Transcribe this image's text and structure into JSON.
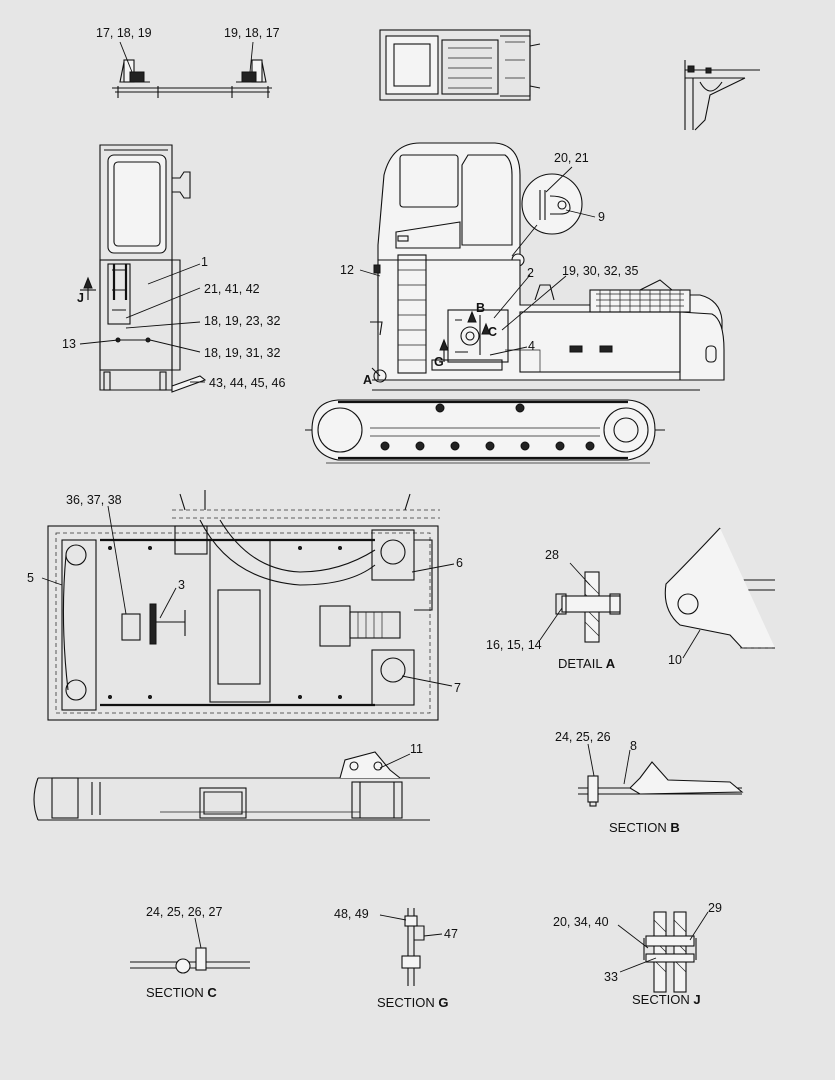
{
  "callouts": {
    "c_17_18_19": "17, 18, 19",
    "c_19_18_17": "19, 18, 17",
    "c_20_21": "20, 21",
    "c_9": "9",
    "c_1": "1",
    "c_21_41_42": "21, 41, 42",
    "c_18_19_23_32": "18, 19, 23, 32",
    "c_13": "13",
    "c_18_19_31_32": "18, 19, 31, 32",
    "c_43_44_45_46": "43, 44, 45, 46",
    "c_J": "J",
    "c_12": "12",
    "c_2": "2",
    "c_19_30_32_35": "19, 30, 32, 35",
    "c_B": "B",
    "c_C": "C",
    "c_G": "G",
    "c_4": "4",
    "c_A": "A",
    "c_36_37_38": "36, 37, 38",
    "c_5": "5",
    "c_3": "3",
    "c_6": "6",
    "c_7": "7",
    "c_28": "28",
    "c_16_15_14": "16, 15, 14",
    "c_10": "10",
    "c_11": "11",
    "c_24_25_26": "24, 25, 26",
    "c_8": "8",
    "c_24_25_26_27": "24, 25, 26, 27",
    "c_48_49": "48, 49",
    "c_47": "47",
    "c_20_34_40": "20, 34, 40",
    "c_29": "29",
    "c_33": "33"
  },
  "captions": {
    "detail_a": {
      "word": "DETAIL",
      "letter": "A"
    },
    "section_b": {
      "word": "SECTION",
      "letter": "B"
    },
    "section_c": {
      "word": "SECTION",
      "letter": "C"
    },
    "section_g": {
      "word": "SECTION",
      "letter": "G"
    },
    "section_j": {
      "word": "SECTION",
      "letter": "J"
    }
  },
  "colors": {
    "background": "#e6e6e6",
    "ink": "#111111"
  }
}
